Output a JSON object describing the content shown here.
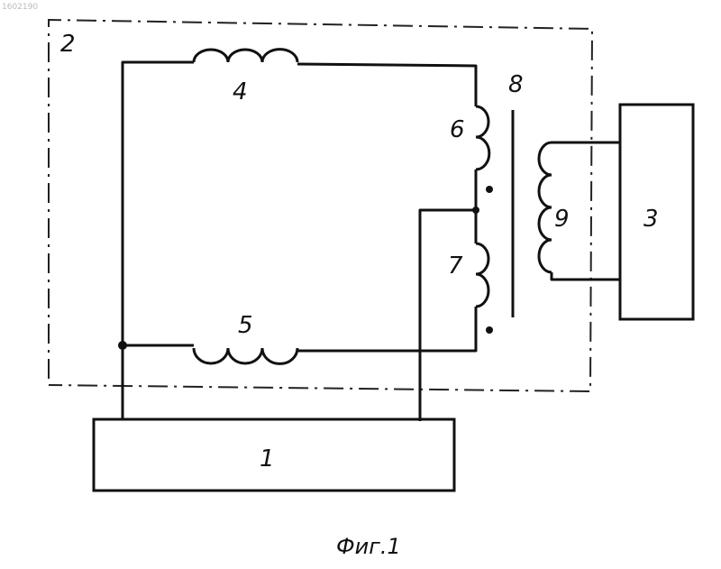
{
  "doc_id": "1602190",
  "labels": {
    "block1": "1",
    "frame2": "2",
    "block3": "3",
    "coil4": "4",
    "coil5": "5",
    "coil6": "6",
    "coil7": "7",
    "core8": "8",
    "coil9": "9"
  },
  "caption": "Фиг.1"
}
